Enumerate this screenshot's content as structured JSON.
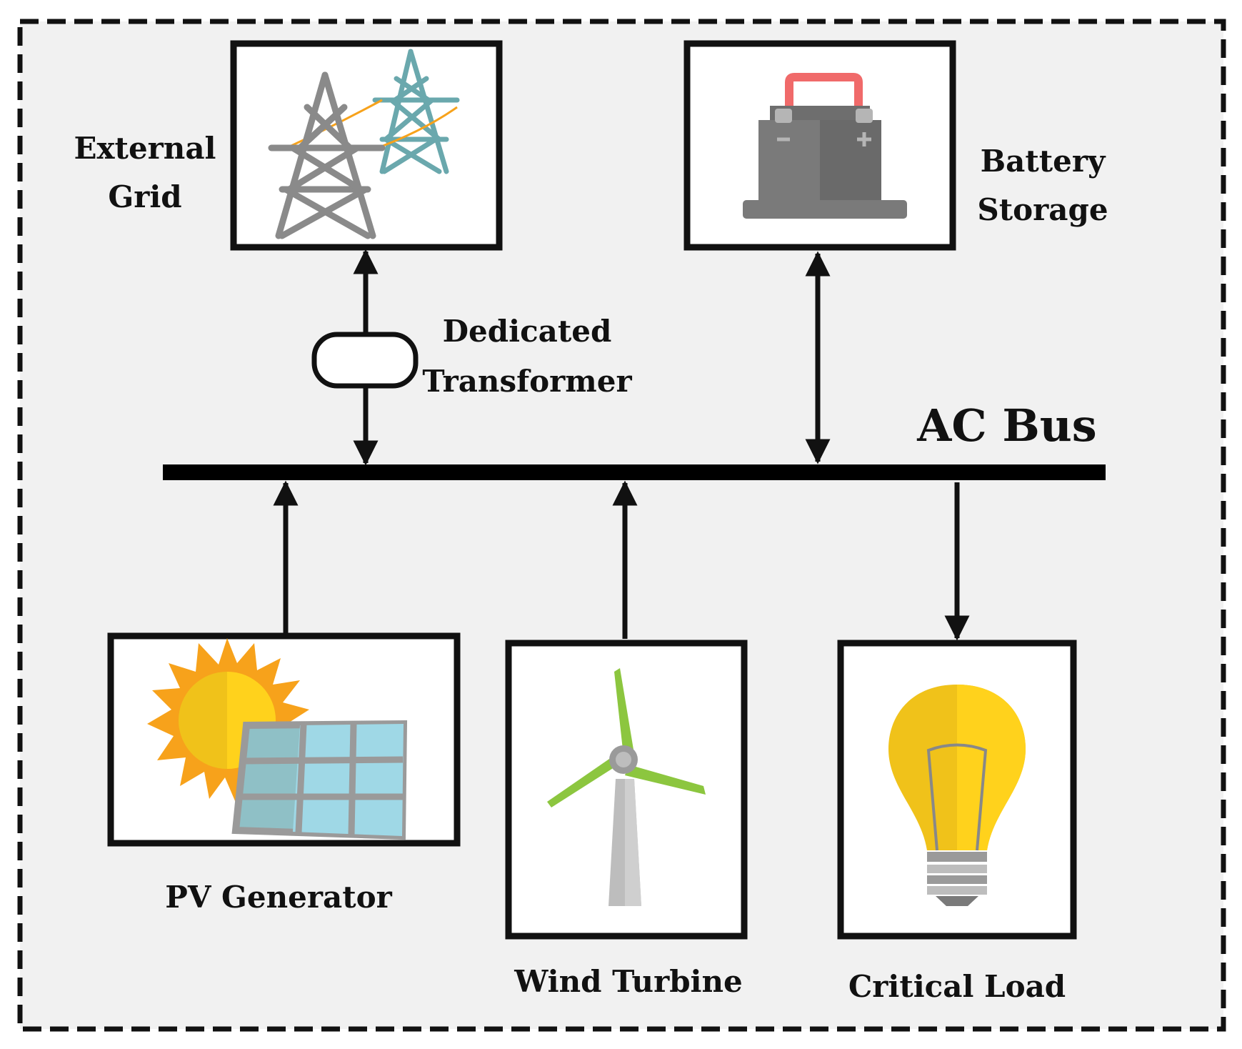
{
  "labels": {
    "external_grid_line1": "External",
    "external_grid_line2": "Grid",
    "battery_line1": "Battery",
    "battery_line2": "Storage",
    "transformer_line1": "Dedicated",
    "transformer_line2": "Transformer",
    "ac_bus": "AC Bus",
    "pv_generator": "PV Generator",
    "wind_turbine": "Wind Turbine",
    "critical_load": "Critical Load"
  },
  "icons": {
    "external_grid": "transmission-tower-icon",
    "battery": "battery-icon",
    "pv": "solar-panel-sun-icon",
    "wind": "wind-turbine-icon",
    "load": "light-bulb-icon"
  },
  "colors": {
    "background": "#f1f1f1",
    "border": "#111111",
    "sun": "#f7a21b",
    "panel": "#8fd3e3",
    "blade": "#8cc63f",
    "bulb": "#f5c400",
    "battery": "#7a7a7a",
    "battery_handle": "#f06a6a",
    "tower_gray": "#8a8a8a",
    "tower_teal": "#6aa8ad"
  }
}
